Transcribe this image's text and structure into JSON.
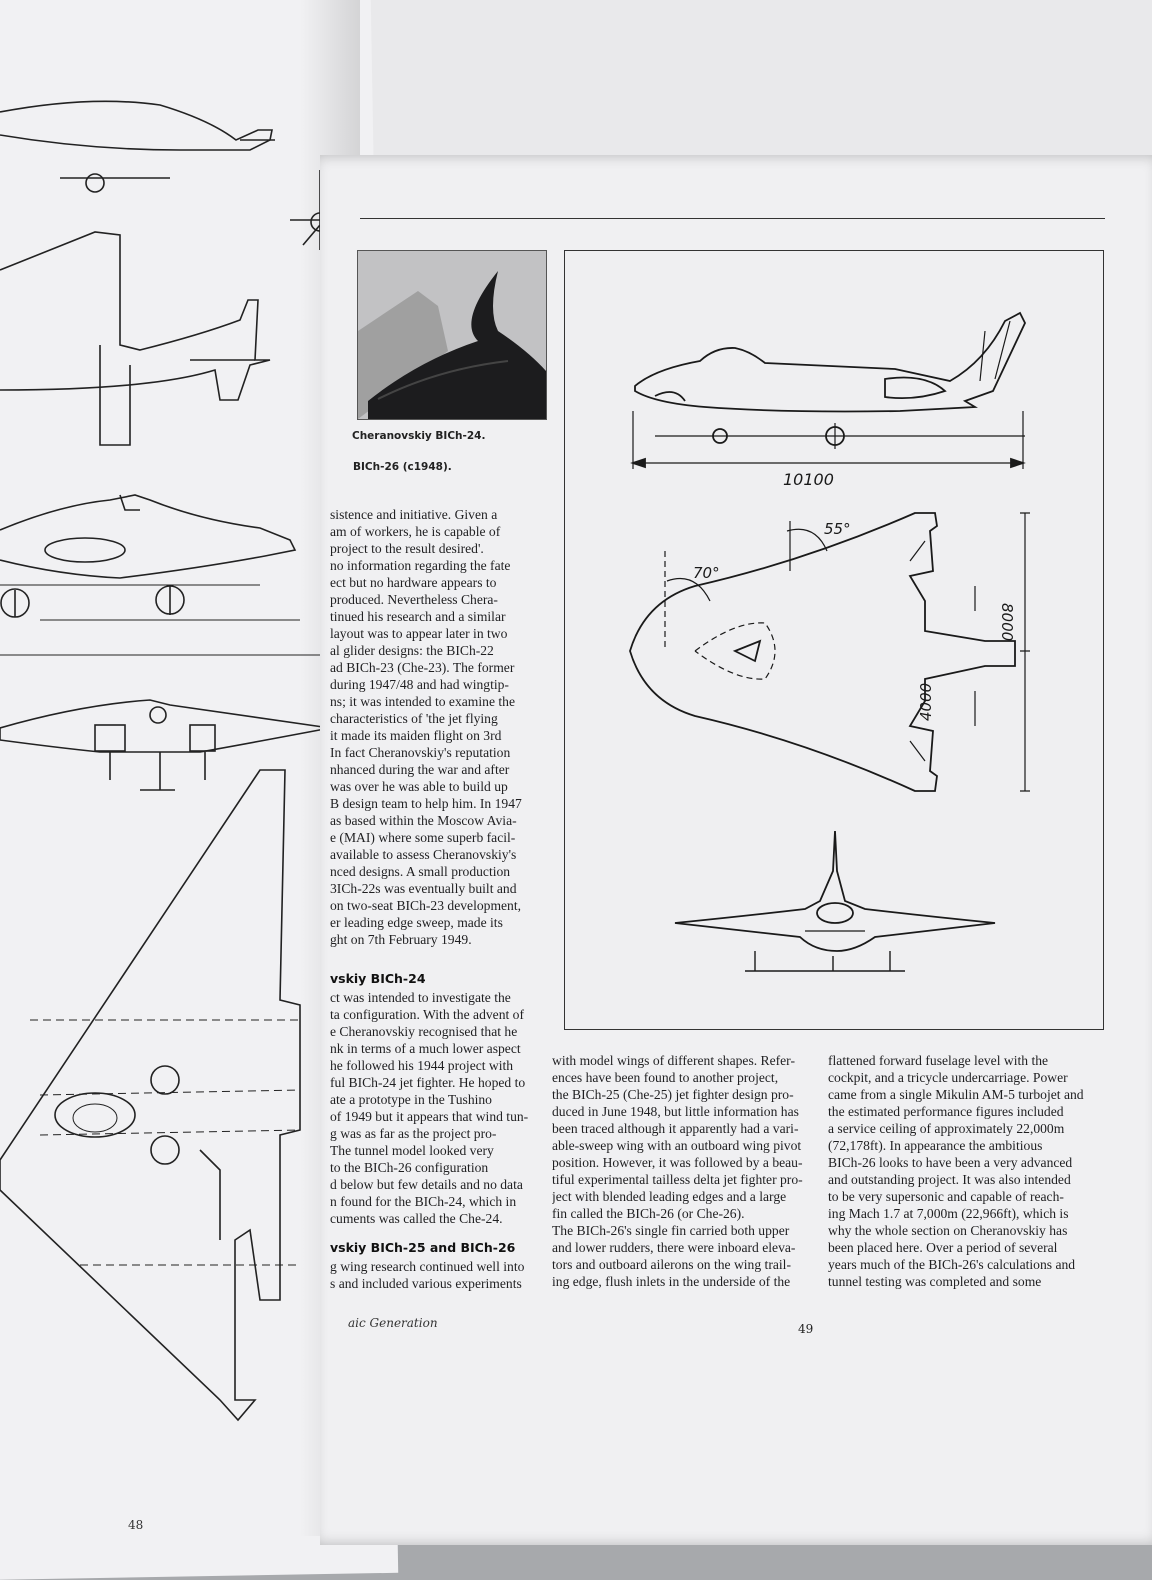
{
  "left_page": {
    "folio": "48",
    "running_foot": "aic Generation"
  },
  "right_page": {
    "folio": "49",
    "photo_caption_1": "Cheranovskiy BICh-24.",
    "photo_caption_2": "BICh-26 (c1948).",
    "col1_paragraph_1": [
      "sistence and initiative. Given a",
      "am of workers, he is capable of",
      "project to the result desired'.",
      "no information regarding the fate",
      "ect but no hardware appears to",
      "produced. Nevertheless Chera-",
      "tinued his research and a similar",
      "layout was to appear later in two",
      "al glider designs: the BICh-22",
      "ad BICh-23 (Che-23). The former",
      "during 1947/48 and had wingtip-",
      "ns; it was intended to examine the",
      "characteristics of 'the jet flying",
      "it made its maiden flight on 3rd",
      "In fact Cheranovskiy's reputation",
      "nhanced during the war and after",
      "was over he was able to build up",
      "B design team to help him. In 1947",
      "as based within the Moscow Avia-",
      "e (MAI) where some superb facil-",
      "available to assess Cheranovskiy's",
      "nced designs. A small production",
      "3ICh-22s was eventually built and",
      "on two-seat BICh-23 development,",
      "er leading edge sweep, made its",
      "ght on 7th February 1949."
    ],
    "heading_1": "vskiy BICh-24",
    "col1_paragraph_2": [
      "ct was intended to investigate the",
      "ta configuration. With the advent of",
      "e Cheranovskiy recognised that he",
      "nk in terms of a much lower aspect",
      "he followed his 1944 project with",
      "ful BICh-24 jet fighter. He hoped to",
      "ate a prototype in the Tushino",
      "of 1949 but it appears that wind tun-",
      "g was as far as the project pro-",
      "The tunnel model looked very",
      "to the BICh-26 configuration",
      "d below but few details and no data",
      "n found for the BICh-24, which in",
      "cuments was called the Che-24."
    ],
    "heading_2": "vskiy BICh-25 and BICh-26",
    "col1_paragraph_3": [
      "g wing research continued well into",
      "s and included various experiments"
    ],
    "col2_paragraph_1": [
      "with model wings of different shapes. Refer-",
      "ences have been found to another project,",
      "the BICh-25 (Che-25) jet fighter design pro-",
      "duced in June 1948, but little information has",
      "been traced although it apparently had a vari-",
      "able-sweep wing with an outboard wing pivot",
      "position. However, it was followed by a beau-",
      "tiful experimental tailless delta jet fighter pro-",
      "ject with blended leading edges and a large",
      "fin called the BICh-26 (or Che-26)."
    ],
    "col2_paragraph_2": [
      "The BICh-26's single fin carried both upper",
      "and lower rudders, there were inboard eleva-",
      "tors and outboard ailerons on the wing trail-",
      "ing edge, flush inlets in the underside of the"
    ],
    "col3_paragraph_1": [
      "flattened forward fuselage level with the",
      "cockpit, and a tricycle undercarriage. Power",
      "came from a single Mikulin AM-5 turbojet and",
      "the estimated performance figures included",
      "a service ceiling of approximately 22,000m",
      "(72,178ft). In appearance the ambitious",
      "BICh-26 looks to have been a very advanced",
      "and outstanding project. It was also intended",
      "to be very supersonic and capable of reach-",
      "ing Mach 1.7 at 7,000m (22,966ft), which is",
      "why the whole section on Cheranovskiy has",
      "been placed here. Over a period of several",
      "years much of the BICh-26's calculations and",
      "tunnel testing was completed and some"
    ],
    "drawing_labels": {
      "length": "10100",
      "sweep_outer": "55°",
      "sweep_inner": "70°",
      "half_span_outer": "8000",
      "half_span_inner": "4000"
    }
  }
}
